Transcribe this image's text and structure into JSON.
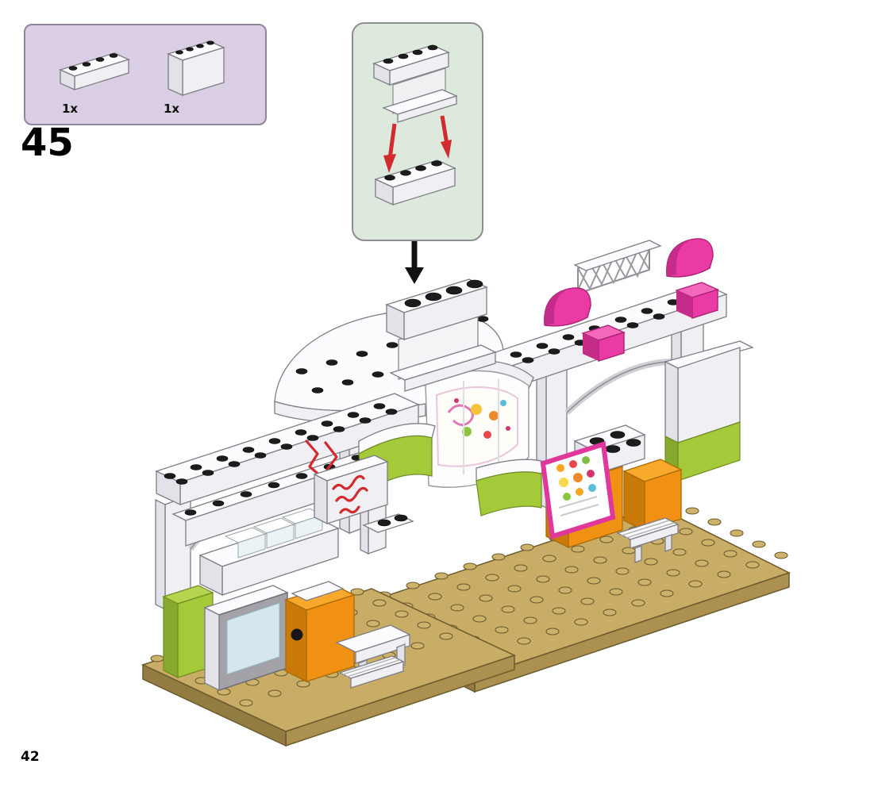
{
  "step": {
    "number": "45"
  },
  "page": {
    "number": "42"
  },
  "parts_callout": {
    "parts": [
      {
        "count": "1x",
        "name": "white 1x4 brick"
      },
      {
        "count": "1x",
        "name": "white 1x4x2 brick"
      }
    ]
  },
  "instruction_inset": {
    "icons": [
      "red-guide-arrow",
      "red-guide-arrow"
    ],
    "shows": "attach 1x4 brick assembly onto 1x4 brick"
  },
  "palette": {
    "page_background": "#ffffff",
    "callout_background": "#d9cee3",
    "inset_background": "#dde9dd",
    "baseplate_tan": "#c9ad66",
    "brick_white": "#fcfcfe",
    "accent_pink": "#e93ba3",
    "accent_orange": "#f09113",
    "accent_lime": "#a4ca3a",
    "guide_arrow_red": "#d12a2f",
    "step_arrow_black": "#111111"
  }
}
